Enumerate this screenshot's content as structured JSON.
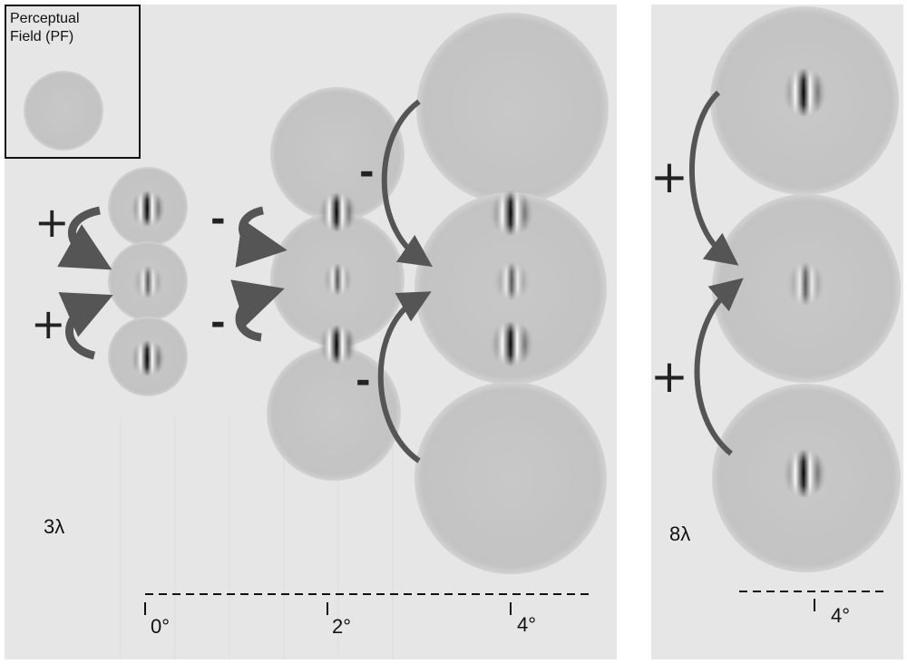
{
  "legend": {
    "title": "Perceptual\nField (PF)"
  },
  "panels": {
    "left": {
      "wavelength": "3λ",
      "ticks": [
        "0°",
        "2°",
        "4°"
      ]
    },
    "right": {
      "wavelength": "8λ",
      "ticks": [
        "4°"
      ]
    }
  },
  "signs": {
    "left_col1": [
      "+",
      "+"
    ],
    "left_col2": [
      "-",
      "-"
    ],
    "left_col3": [
      "-",
      "-"
    ],
    "right": [
      "+",
      "+"
    ]
  },
  "colors": {
    "panel_bg": "#e6e6e6",
    "circle_fill": "#c6c6c6",
    "arrow": "#555555",
    "text": "#111111"
  }
}
